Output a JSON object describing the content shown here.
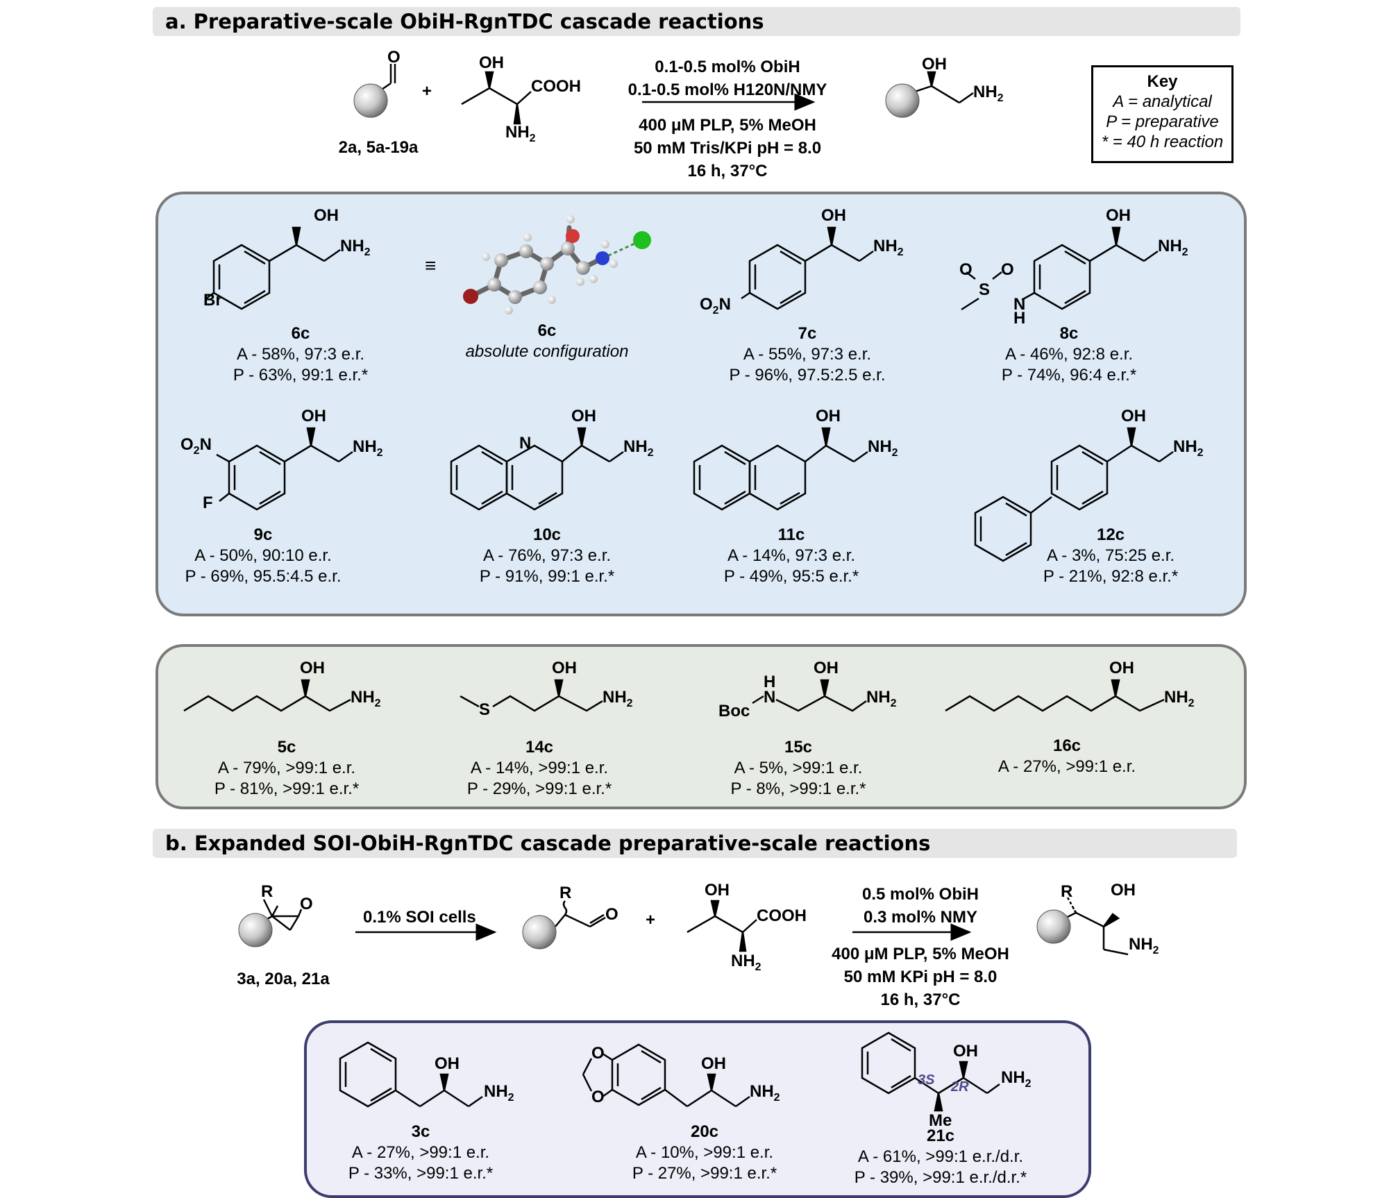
{
  "section_a": {
    "title": "a. Preparative-scale ObiH-RgnTDC cascade reactions",
    "substrate_label": "2a, 5a-19a",
    "conditions_top": [
      "0.1-0.5 mol% ObiH",
      "0.1-0.5 mol% H120N/NMY"
    ],
    "conditions_bottom": [
      "400 μM PLP, 5% MeOH",
      "50 mM Tris/KPi pH = 8.0",
      "16 h, 37°C"
    ],
    "key": {
      "title": "Key",
      "lines": [
        "A = analytical",
        "P = preparative",
        "* = 40 h reaction"
      ]
    },
    "aryl_products": [
      {
        "id": "6c",
        "a": "A - 58%, 97:3 e.r.",
        "p": "P - 63%, 99:1 e.r.*"
      },
      {
        "id": "6c",
        "note": "absolute configuration"
      },
      {
        "id": "7c",
        "a": "A - 55%, 97:3 e.r.",
        "p": "P - 96%, 97.5:2.5 e.r."
      },
      {
        "id": "8c",
        "a": "A - 46%, 92:8 e.r.",
        "p": "P - 74%, 96:4 e.r.*"
      },
      {
        "id": "9c",
        "a": "A - 50%, 90:10 e.r.",
        "p": "P - 69%, 95.5:4.5 e.r."
      },
      {
        "id": "10c",
        "a": "A - 76%, 97:3 e.r.",
        "p": "P - 91%, 99:1 e.r.*"
      },
      {
        "id": "11c",
        "a": "A - 14%, 97:3 e.r.",
        "p": "P - 49%, 95:5 e.r.*"
      },
      {
        "id": "12c",
        "a": "A - 3%, 75:25 e.r.",
        "p": "P - 21%, 92:8 e.r.*"
      }
    ],
    "alkyl_products": [
      {
        "id": "5c",
        "a": "A - 79%, >99:1 e.r.",
        "p": "P - 81%, >99:1 e.r.*"
      },
      {
        "id": "14c",
        "a": "A - 14%, >99:1 e.r.",
        "p": "P - 29%, >99:1 e.r.*"
      },
      {
        "id": "15c",
        "a": "A - 5%, >99:1 e.r.",
        "p": "P - 8%, >99:1 e.r.*"
      },
      {
        "id": "16c",
        "a": "A - 27%, >99:1 e.r.",
        "p": ""
      }
    ]
  },
  "section_b": {
    "title": "b. Expanded SOI-ObiH-RgnTDC cascade preparative-scale reactions",
    "substrate_label": "3a, 20a, 21a",
    "soi_condition": "0.1% SOI cells",
    "conditions_top": [
      "0.5 mol% ObiH",
      "0.3 mol% NMY"
    ],
    "conditions_bottom": [
      "400 μM PLP, 5% MeOH",
      "50 mM KPi pH = 8.0",
      "16 h, 37°C"
    ],
    "products": [
      {
        "id": "3c",
        "a": "A - 27%, >99:1 e.r.",
        "p": "P - 33%, >99:1 e.r.*"
      },
      {
        "id": "20c",
        "a": "A - 10%, >99:1 e.r.",
        "p": "P - 27%, >99:1 e.r.*"
      },
      {
        "id": "21c",
        "a": "A - 61%, >99:1 e.r./d.r.",
        "p": "P - 39%, >99:1 e.r./d.r.*"
      }
    ],
    "stereo_labels": [
      "3S",
      "2R"
    ]
  },
  "colors": {
    "header_bg": "#e5e5e5",
    "panel_blue": "#deebf7",
    "panel_green": "#e6ece4",
    "panel_violet": "#edeef8",
    "stereo_label": "#4a4a8a"
  }
}
